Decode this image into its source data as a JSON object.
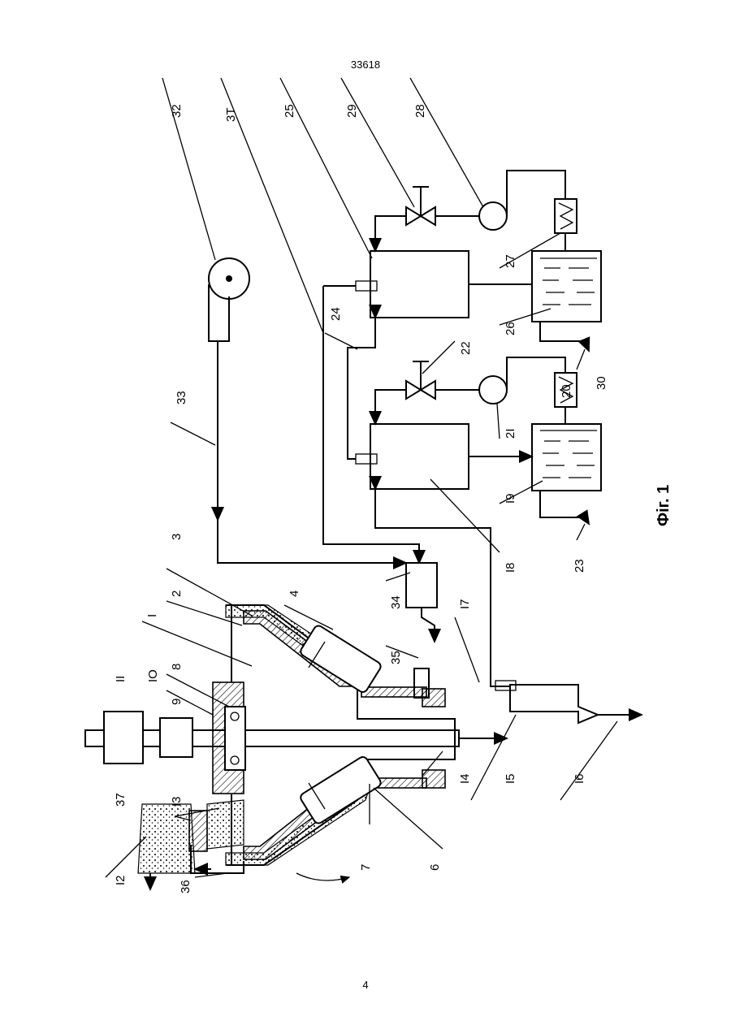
{
  "document": {
    "number": "33618",
    "page": "4"
  },
  "figure": {
    "caption": "Фіг. 1",
    "labels": [
      "32",
      "3Т",
      "25",
      "29",
      "28",
      "27",
      "24",
      "22",
      "33",
      "2I",
      "20",
      "30",
      "26",
      "I9",
      "I8",
      "23",
      "3",
      "2",
      "I",
      "4",
      "34",
      "I7",
      "II",
      "IO",
      "8",
      "9",
      "35",
      "37",
      "I3",
      "I2",
      "I4",
      "I5",
      "I6",
      "6",
      "7",
      "36"
    ]
  }
}
